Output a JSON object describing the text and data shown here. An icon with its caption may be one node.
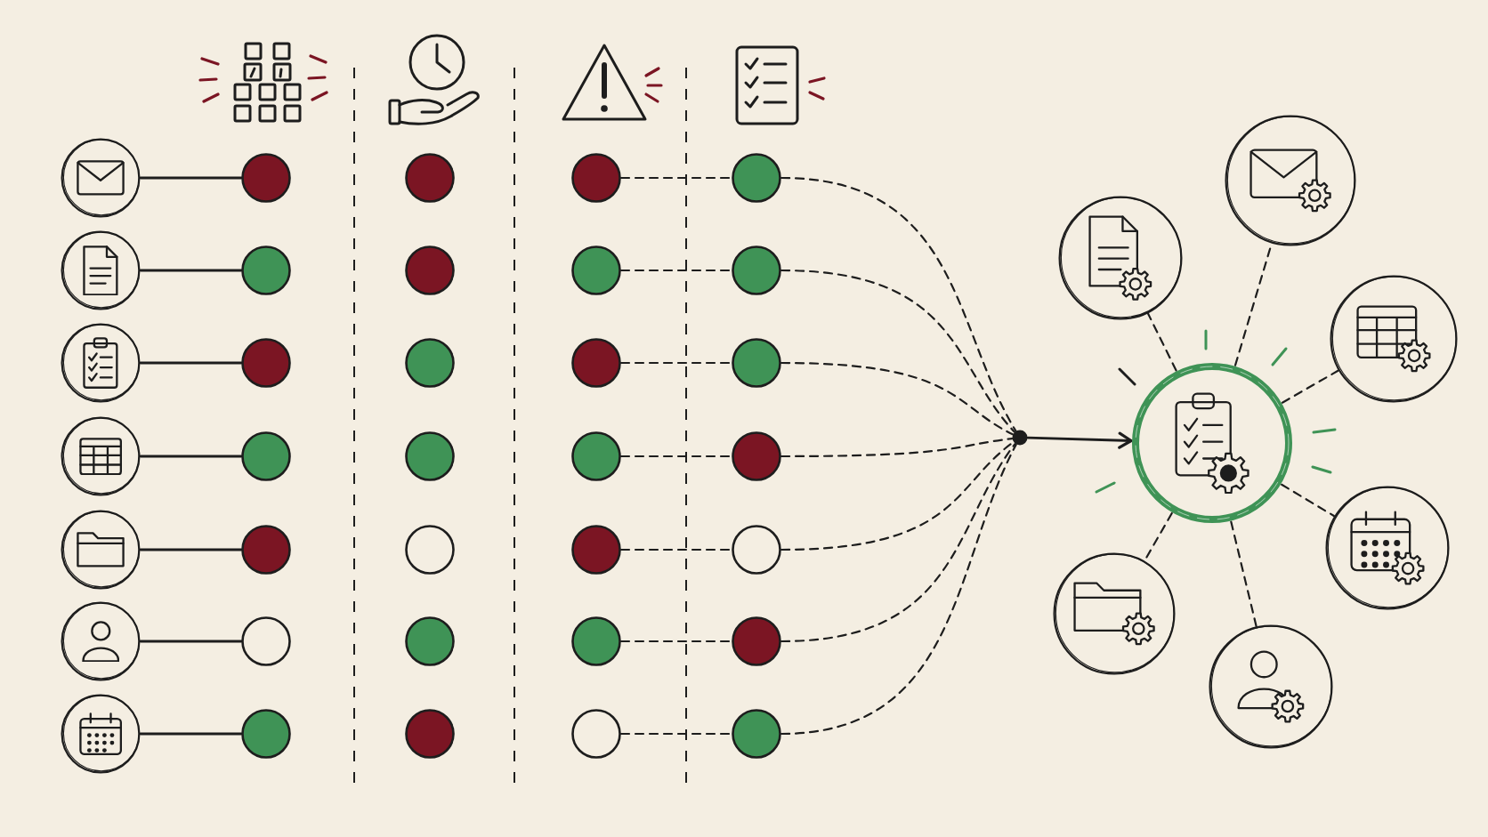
{
  "diagram": {
    "nodes": [
      {
        "text": [],
        "shape": "circle"
      },
      {
        "text": [],
        "shape": "circle"
      },
      {
        "text": [],
        "shape": "circle"
      },
      {
        "text": [],
        "shape": "circle"
      },
      {
        "text": [],
        "shape": "circle"
      },
      {
        "text": [],
        "shape": "circle"
      },
      {
        "text": [],
        "shape": "circle"
      },
      {
        "text": [],
        "shape": "circle"
      },
      {
        "text": [],
        "shape": "circle"
      },
      {
        "text": [],
        "shape": "circle"
      },
      {
        "text": [],
        "shape": "circle"
      },
      {
        "text": [],
        "shape": "circle"
      },
      {
        "text": [],
        "shape": "circle"
      },
      {
        "text": [],
        "shape": "circle"
      },
      {
        "text": [],
        "shape": "circle"
      },
      {
        "text": [],
        "shape": "circle"
      },
      {
        "text": [],
        "shape": "circle"
      },
      {
        "text": [],
        "shape": "circle"
      },
      {
        "text": [],
        "shape": "circle"
      },
      {
        "text": [],
        "shape": "circle"
      },
      {
        "text": [],
        "shape": "circle"
      },
      {
        "text": [],
        "shape": "circle"
      },
      {
        "text": [],
        "shape": "circle"
      },
      {
        "text": [],
        "shape": "circle"
      },
      {
        "text": [],
        "shape": "circle"
      },
      {
        "text": [],
        "shape": "circle"
      },
      {
        "text": [],
        "shape": "circle"
      },
      {
        "text": [],
        "shape": "circle"
      },
      {
        "text": [],
        "shape": "circle"
      },
      {
        "text": [],
        "shape": "circle"
      },
      {
        "text": [],
        "shape": "circle"
      },
      {
        "text": [],
        "shape": "circle"
      },
      {
        "text": [],
        "shape": "circle"
      },
      {
        "text": [],
        "shape": "circle"
      },
      {
        "text": [],
        "shape": "circle"
      },
      {
        "text": [],
        "shape": "circle"
      },
      {
        "text": [],
        "shape": "circle"
      },
      {
        "text": [],
        "shape": "circle"
      },
      {
        "text": [],
        "shape": "circle"
      },
      {
        "text": [],
        "shape": "circle"
      },
      {
        "text": [],
        "shape": "circle"
      },
      {
        "text": [],
        "shape": "circle"
      },
      {
        "text": [],
        "shape": "circle"
      }
    ],
    "edges": [
      {
        "from": 0,
        "to": 1,
        "arrow": "none"
      },
      {
        "from": 5,
        "to": 6,
        "arrow": "none"
      },
      {
        "from": 10,
        "to": 11,
        "arrow": "none"
      },
      {
        "from": 15,
        "to": 16,
        "arrow": "none"
      },
      {
        "from": 20,
        "to": 21,
        "arrow": "none"
      },
      {
        "from": 25,
        "to": 26,
        "arrow": "none"
      },
      {
        "from": 30,
        "to": 31,
        "arrow": "none"
      },
      {
        "from": 3,
        "to": 4,
        "arrow": "none",
        "style": "dashed"
      },
      {
        "from": 8,
        "to": 9,
        "arrow": "none",
        "style": "dashed"
      },
      {
        "from": 13,
        "to": 14,
        "arrow": "none",
        "style": "dashed"
      },
      {
        "from": 18,
        "to": 19,
        "arrow": "none",
        "style": "dashed"
      },
      {
        "from": 23,
        "to": 24,
        "arrow": "none",
        "style": "dashed"
      },
      {
        "from": 28,
        "to": 29,
        "arrow": "none",
        "style": "dashed"
      },
      {
        "from": 33,
        "to": 34,
        "arrow": "none",
        "style": "dashed"
      },
      {
        "from": 4,
        "to": 35,
        "arrow": "none",
        "style": "dashed"
      },
      {
        "from": 9,
        "to": 35,
        "arrow": "none",
        "style": "dashed"
      },
      {
        "from": 14,
        "to": 35,
        "arrow": "none",
        "style": "dashed"
      },
      {
        "from": 19,
        "to": 35,
        "arrow": "none",
        "style": "dashed"
      },
      {
        "from": 24,
        "to": 35,
        "arrow": "none",
        "style": "dashed"
      },
      {
        "from": 29,
        "to": 35,
        "arrow": "none",
        "style": "dashed"
      },
      {
        "from": 34,
        "to": 35,
        "arrow": "none",
        "style": "dashed"
      },
      {
        "from": 35,
        "to": 36,
        "arrow": "to"
      },
      {
        "from": 36,
        "to": 37,
        "arrow": "none",
        "style": "dashed"
      },
      {
        "from": 36,
        "to": 38,
        "arrow": "none",
        "style": "dashed"
      },
      {
        "from": 36,
        "to": 39,
        "arrow": "none",
        "style": "dashed"
      },
      {
        "from": 36,
        "to": 40,
        "arrow": "none",
        "style": "dashed"
      },
      {
        "from": 36,
        "to": 41,
        "arrow": "none",
        "style": "dashed"
      },
      {
        "from": 36,
        "to": 42,
        "arrow": "none",
        "style": "dashed"
      }
    ]
  }
}
